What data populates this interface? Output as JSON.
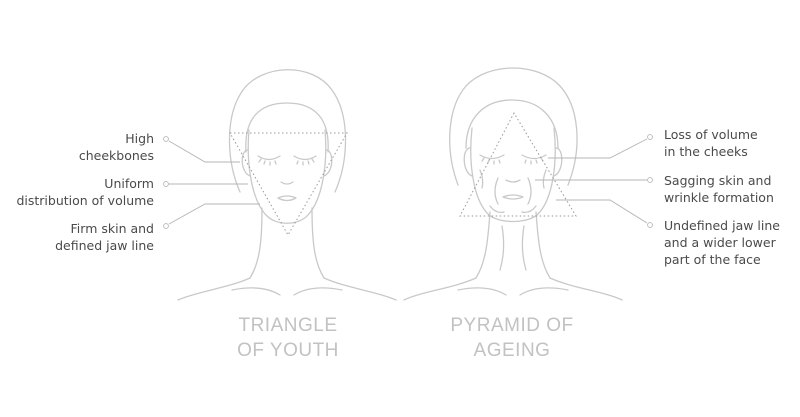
{
  "colors": {
    "line": "#c9c9c9",
    "dot_line": "#999999",
    "text": "#4a4a4a",
    "caption": "#c2c2c2"
  },
  "youth": {
    "caption": "TRIANGLE\nOF YOUTH",
    "labels": [
      {
        "text": "High\ncheekbones"
      },
      {
        "text": "Uniform\ndistribution of volume"
      },
      {
        "text": "Firm skin and\ndefined jaw line"
      }
    ]
  },
  "ageing": {
    "caption": "PYRAMID OF\nAGEING",
    "labels": [
      {
        "text": "Loss of volume\nin the cheeks"
      },
      {
        "text": "Sagging skin and\nwrinkle formation"
      },
      {
        "text": "Undefined jaw line\nand a wider lower\npart of the face"
      }
    ]
  }
}
